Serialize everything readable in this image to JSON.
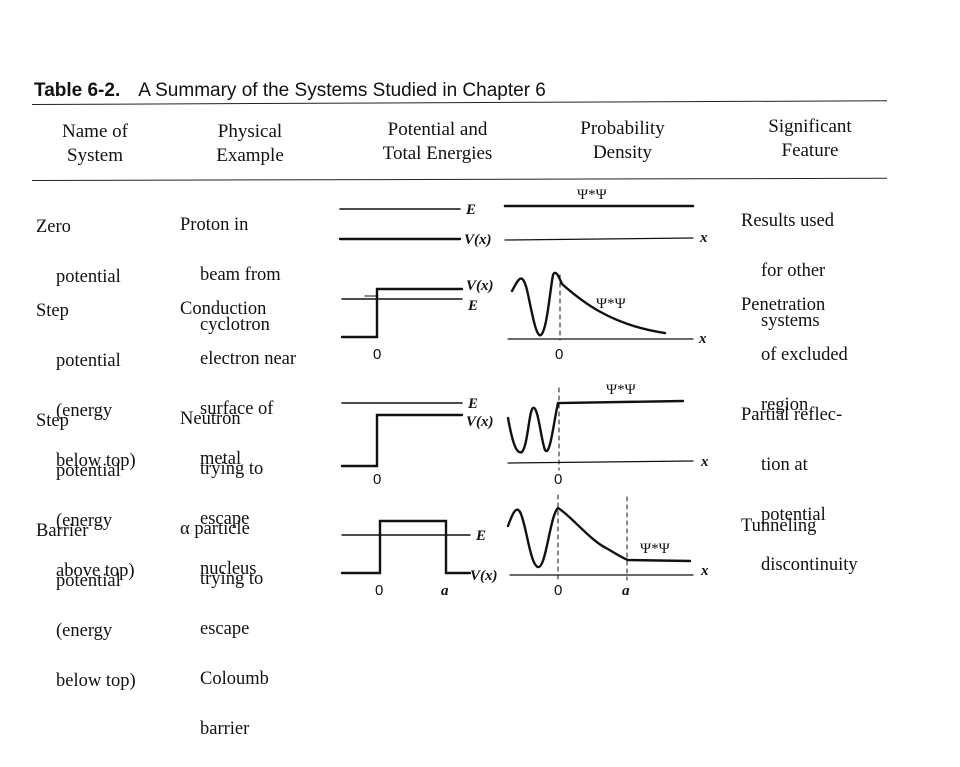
{
  "title": {
    "number": "Table 6-2.",
    "text": "A Summary of the Systems Studied in Chapter 6"
  },
  "headers": {
    "name": "Name of\nSystem",
    "example": "Physical\nExample",
    "potential": "Potential and\nTotal Energies",
    "probability": "Probability\nDensity",
    "feature": "Significant\nFeature"
  },
  "rows": [
    {
      "name": [
        "Zero",
        "potential"
      ],
      "example": [
        "Proton in",
        "beam from",
        "cyclotron"
      ],
      "feature": [
        "Results used",
        "for other",
        "systems"
      ]
    },
    {
      "name": [
        "Step",
        "potential",
        "(energy",
        "below top)"
      ],
      "example": [
        "Conduction",
        "electron near",
        "surface of",
        "metal"
      ],
      "feature": [
        "Penetration",
        "of excluded",
        "region"
      ]
    },
    {
      "name": [
        "Step",
        "potential",
        "(energy",
        "above top)"
      ],
      "example": [
        "Neutron",
        "trying to",
        "escape",
        "nucleus"
      ],
      "feature": [
        "Partial reflec-",
        "tion at",
        "potential",
        "discontinuity"
      ]
    },
    {
      "name": [
        "Barrier",
        "potential",
        "(energy",
        "below top)"
      ],
      "example": [
        "α particle",
        "trying to",
        "escape",
        "Coloumb",
        "barrier"
      ],
      "feature": [
        "Tunneling"
      ]
    }
  ],
  "figure_labels": {
    "E": "E",
    "V": "V(x)",
    "x": "x",
    "psi": "Ψ*Ψ",
    "zero": "0",
    "a": "a"
  }
}
